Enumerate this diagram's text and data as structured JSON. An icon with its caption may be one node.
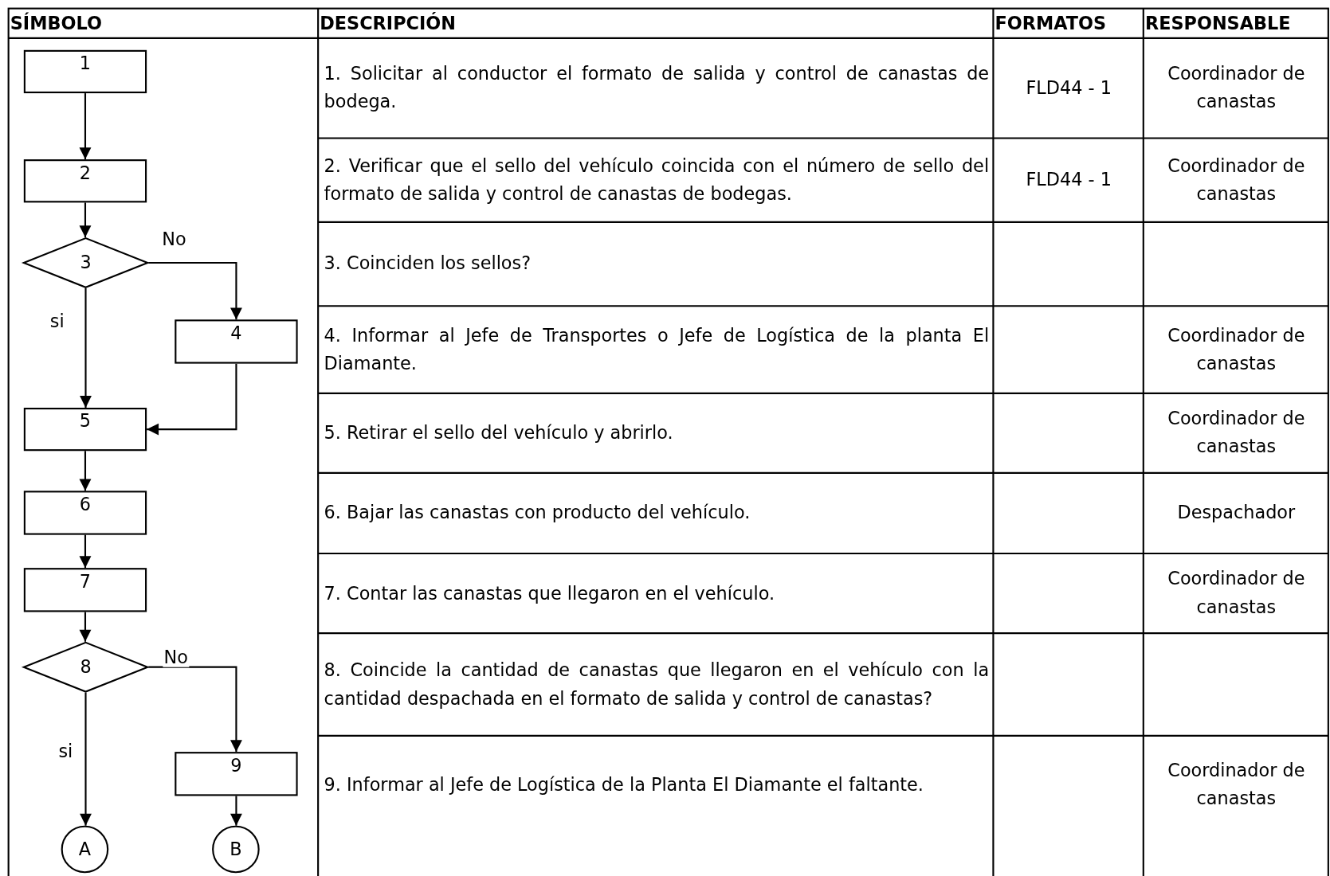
{
  "diagram": {
    "nodes": [
      {
        "text": [
          "1"
        ]
      },
      {
        "text": [
          "2"
        ]
      },
      {
        "text": [
          "3"
        ]
      },
      {
        "text": [
          "4"
        ]
      },
      {
        "text": [
          "5"
        ]
      },
      {
        "text": [
          "6"
        ]
      },
      {
        "text": [
          "7"
        ]
      },
      {
        "text": [
          "8"
        ]
      },
      {
        "text": [
          "9"
        ]
      },
      {
        "text": [
          "A"
        ]
      },
      {
        "text": [
          "B"
        ]
      }
    ],
    "edges": [
      {
        "from": 0,
        "to": 1,
        "arrow": "to"
      },
      {
        "from": 1,
        "to": 2,
        "arrow": "to"
      },
      {
        "from": 2,
        "to": 3,
        "arrow": "to",
        "label": "No"
      },
      {
        "from": 2,
        "to": 4,
        "arrow": "to",
        "label": "si"
      },
      {
        "from": 3,
        "to": 4,
        "arrow": "to"
      },
      {
        "from": 4,
        "to": 5,
        "arrow": "to"
      },
      {
        "from": 5,
        "to": 6,
        "arrow": "to"
      },
      {
        "from": 6,
        "to": 7,
        "arrow": "to"
      },
      {
        "from": 7,
        "to": 8,
        "arrow": "to",
        "label": "No"
      },
      {
        "from": 7,
        "to": 9,
        "arrow": "to",
        "label": "si"
      },
      {
        "from": 8,
        "to": 10,
        "arrow": "to"
      }
    ],
    "labels": [
      "SÍMBOLO",
      "DESCRIPCIÓN",
      "FORMATOS",
      "RESPONSABLE",
      "1. Solicitar al conductor el formato de salida y control de canastas de bodega.",
      "FLD44 - 1",
      "Coordinador de canastas",
      "2. Verificar que el sello del vehículo coincida con el número de sello del formato de salida y control de canastas de bodegas.",
      "FLD44 - 1",
      "Coordinador de canastas",
      "3. Coinciden los sellos?",
      "4. Informar al Jefe de Transportes o Jefe de Logística de la planta El Diamante.",
      "Coordinador de canastas",
      "5.  Retirar el sello del vehículo y abrirlo.",
      "Coordinador de canastas",
      "6. Bajar las canastas con producto del vehículo.",
      "Despachador",
      "7. Contar las canastas que llegaron en el vehículo.",
      "Coordinador de canastas",
      "8. Coincide la cantidad de canastas que llegaron en el vehículo con la cantidad despachada en el formato de salida y control de canastas?",
      "9. Informar al Jefe de Logística de la Planta El Diamante el faltante.",
      "Coordinador de canastas"
    ]
  }
}
